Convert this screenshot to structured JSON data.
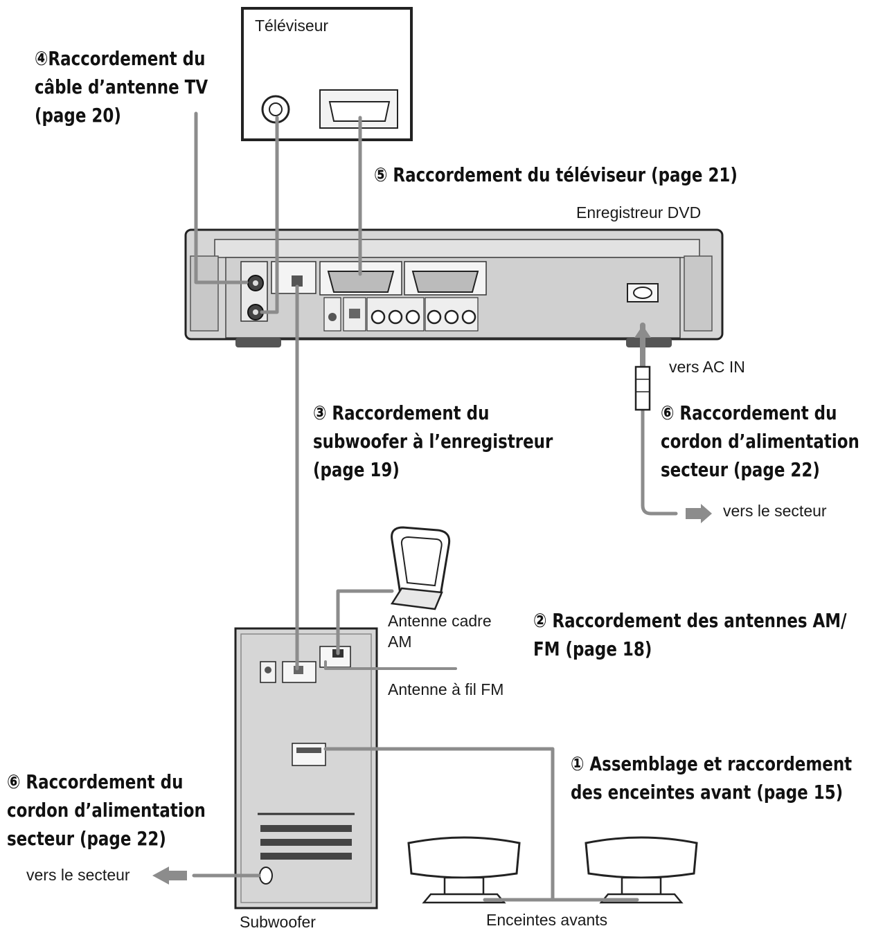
{
  "devices": {
    "tv": "Téléviseur",
    "dvd": "Enregistreur DVD",
    "subwoofer": "Subwoofer",
    "speakers": "Enceintes avants",
    "am_antenna": [
      "Antenne cadre",
      "AM"
    ],
    "fm_antenna": "Antenne à fil FM"
  },
  "ports": {
    "ac_in": "vers AC IN",
    "mains_right": "vers le secteur",
    "mains_left": "vers le secteur"
  },
  "steps": {
    "s4": [
      "④Raccordement du",
      "câble d’antenne TV",
      "(page 20)"
    ],
    "s5": [
      "⑤ Raccordement du téléviseur (page 21)"
    ],
    "s3": [
      "③ Raccordement du",
      "subwoofer à l’enregistreur",
      "(page 19)"
    ],
    "s6_right": [
      "⑥ Raccordement du",
      "cordon d’alimentation",
      "secteur (page 22)"
    ],
    "s2": [
      "② Raccordement des antennes AM/",
      "FM (page 18)"
    ],
    "s1": [
      "① Assemblage et raccordement",
      "des enceintes avant (page 15)"
    ],
    "s6_left": [
      "⑥ Raccordement du",
      "cordon d’alimentation",
      "secteur (page 22)"
    ]
  },
  "colors": {
    "device_fill": "#d9d9d9",
    "device_stroke": "#222222",
    "cable": "#8c8c8c",
    "text": "#111111"
  }
}
